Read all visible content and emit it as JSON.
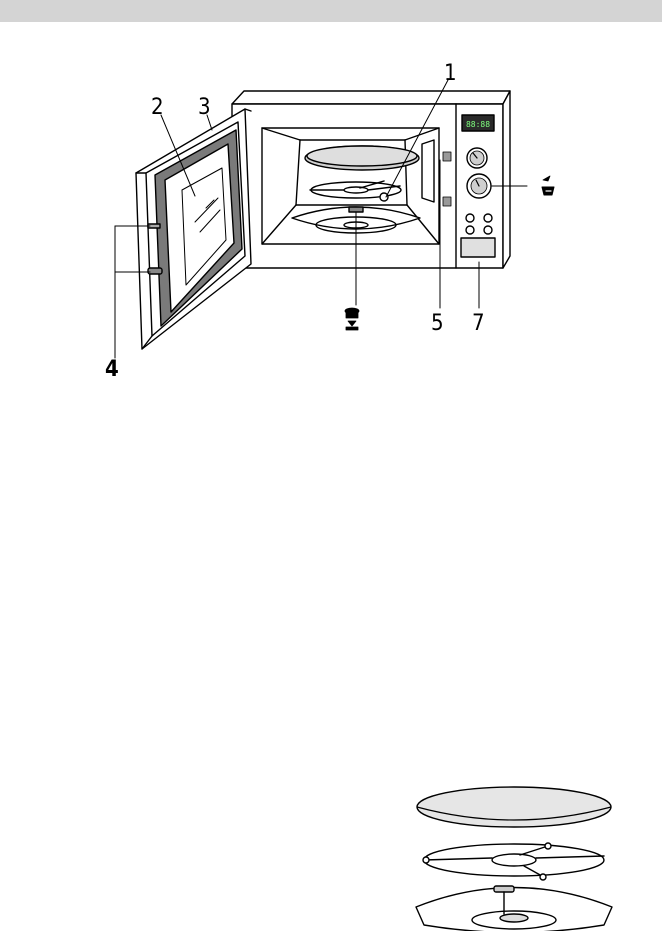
{
  "callouts": {
    "label_1": "1",
    "label_2": "2",
    "label_3": "3",
    "label_4": "4",
    "label_5": "5",
    "label_7": "7"
  },
  "display": {
    "text": "88:88"
  },
  "icons": {
    "knob_symbol": "hand-dish-icon",
    "coupler_symbol": "dish-on-base-icon"
  }
}
